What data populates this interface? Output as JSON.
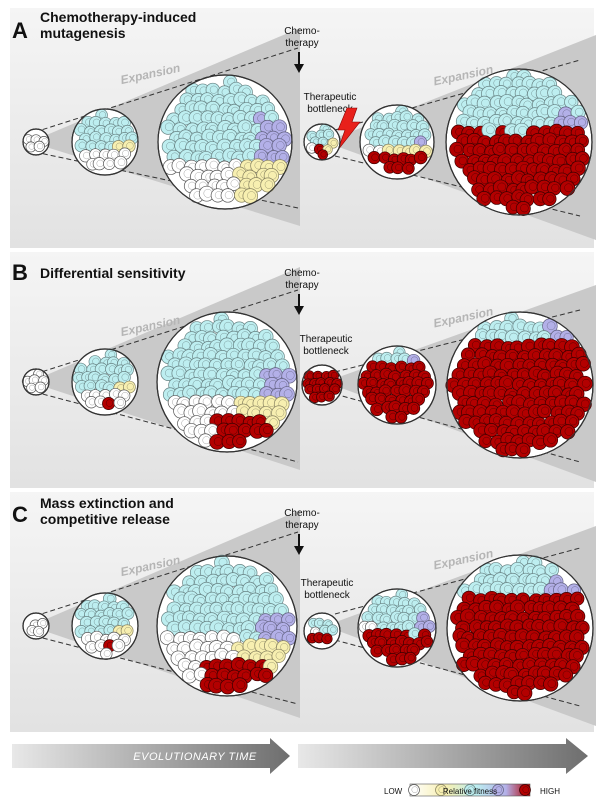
{
  "panels": [
    {
      "letter": "A",
      "title_line1": "Chemotherapy-induced",
      "title_line2": "mutagenesis",
      "chemo_line1": "Chemo-",
      "chemo_line2": "therapy",
      "bottleneck_line1": "Therapeutic",
      "bottleneck_line2": "bottleneck",
      "expansion_left": "Expansion",
      "expansion_right": "Expansion",
      "lightning_icon": "lightning-bolt-icon"
    },
    {
      "letter": "B",
      "title_line1": "Differential sensitivity",
      "title_line2": "",
      "chemo_line1": "Chemo-",
      "chemo_line2": "therapy",
      "bottleneck_line1": "Therapeutic",
      "bottleneck_line2": "bottleneck",
      "expansion_left": "Expansion",
      "expansion_right": "Expansion"
    },
    {
      "letter": "C",
      "title_line1": "Mass extinction and",
      "title_line2": "competitive release",
      "chemo_line1": "Chemo-",
      "chemo_line2": "therapy",
      "bottleneck_line1": "Therapeutic",
      "bottleneck_line2": "bottleneck",
      "expansion_left": "Expansion",
      "expansion_right": "Expansion"
    }
  ],
  "timeline": {
    "label": "EVOLUTIONARY TIME"
  },
  "legend": {
    "low": "LOW",
    "high": "HIGH",
    "label": "Relative fitness",
    "fitness_colors": [
      "#ffffff",
      "#f7efb0",
      "#bdeef0",
      "#b3b0e8",
      "#b30000"
    ]
  },
  "colors": {
    "panel_bg": "#ececec",
    "cone": "#c9c9c9",
    "white_cell": "#ffffff",
    "yellow_cell": "#f7efb0",
    "cyan_cell": "#bdeef0",
    "purple_cell": "#b3b0e8",
    "red_cell": "#b30000"
  }
}
